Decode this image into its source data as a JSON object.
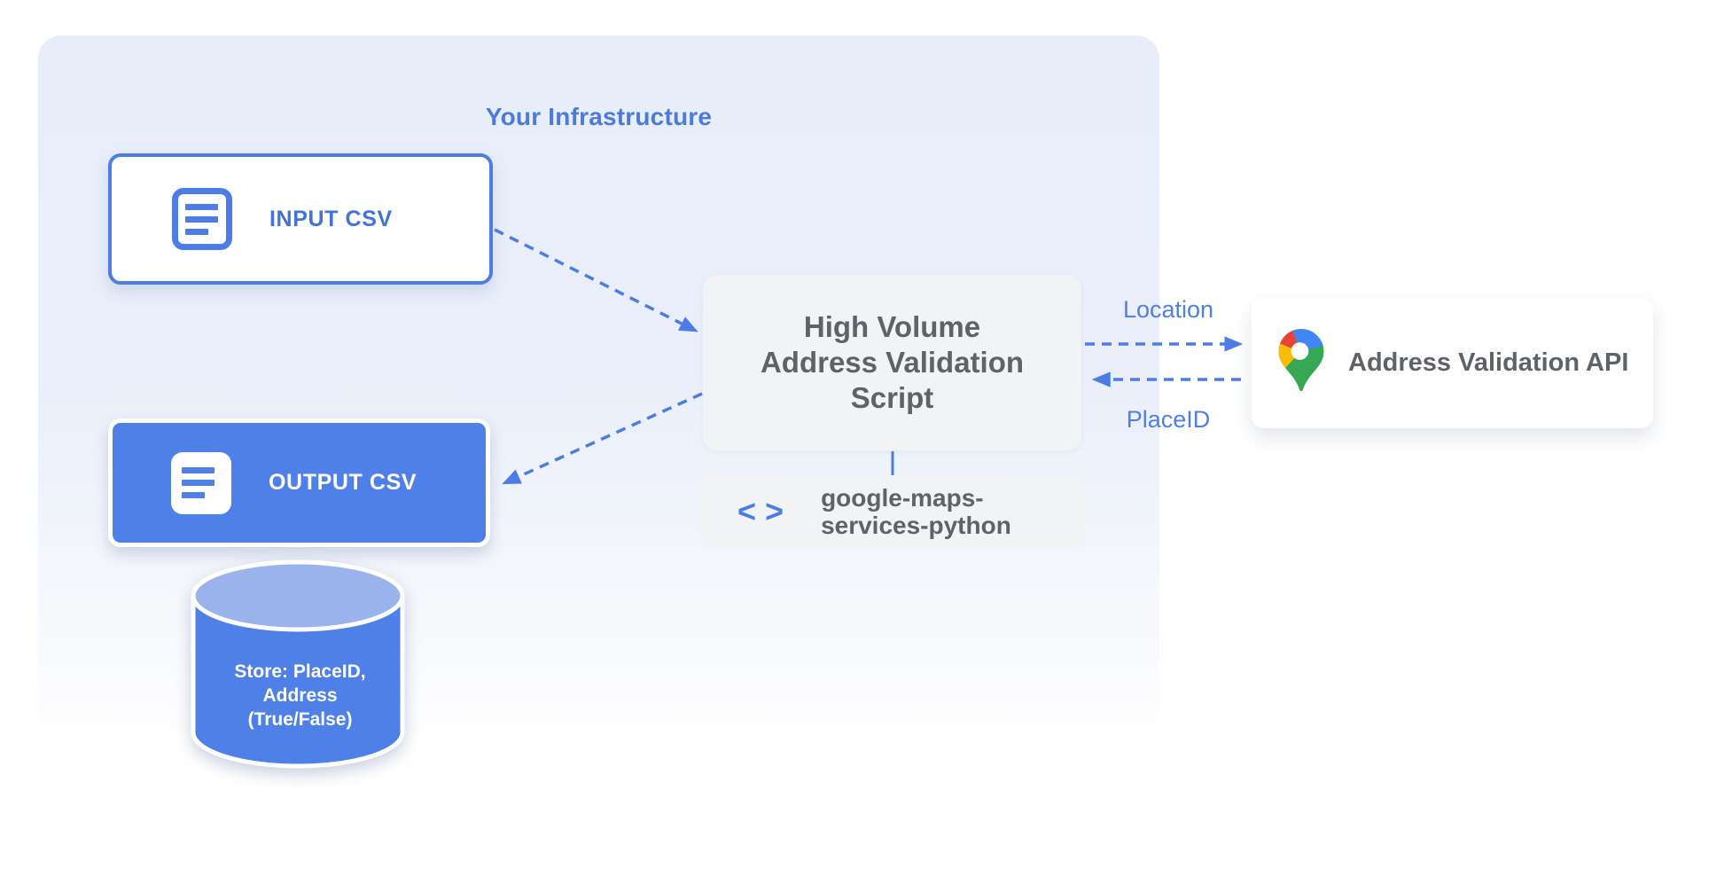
{
  "title": "Your Infrastructure",
  "colors": {
    "accent": "#4C7DE6",
    "fill_blue": "#4F80E8",
    "blue_text": "#4273DB",
    "label_blue": "#4E80E6",
    "dark_text": "#5F6368",
    "gray_box": "#F1F3F4",
    "cylinder_top": "#9AB3ED",
    "container_top": "#E8EDFA",
    "pin_red": "#EA4335",
    "pin_blue": "#4285F4",
    "pin_yellow": "#FBBC04",
    "pin_green": "#34A853"
  },
  "nodes": {
    "input_csv": {
      "label": "INPUT CSV"
    },
    "output_csv": {
      "label": "OUTPUT CSV"
    },
    "datastore": {
      "line1": "Store: PlaceID,",
      "line2": "Address",
      "line3": "(True/False)"
    },
    "script": {
      "line1": "High Volume",
      "line2": "Address Validation",
      "line3": "Script"
    },
    "library": {
      "icon_left": "<",
      "icon_right": ">",
      "line1": "google-maps-",
      "line2": "services-python"
    },
    "api": {
      "label": "Address Validation API"
    }
  },
  "edges": {
    "location": {
      "label": "Location"
    },
    "placeid": {
      "label": "PlaceID"
    }
  }
}
